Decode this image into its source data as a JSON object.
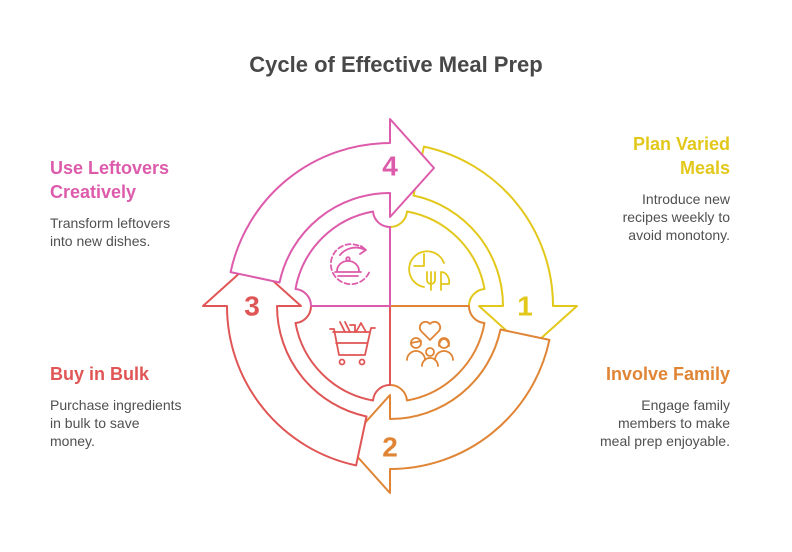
{
  "title": "Cycle of Effective Meal Prep",
  "colors": {
    "step1": "#e3c81c",
    "step2": "#e08535",
    "step3": "#e05555",
    "step4": "#dd5bab",
    "title": "#484848",
    "body_text": "#505050"
  },
  "steps": [
    {
      "number": "1",
      "title": "Plan Varied Meals",
      "title_lines": [
        "Plan Varied",
        "Meals"
      ],
      "description": "Introduce new recipes weekly to avoid monotony.",
      "desc_lines": [
        "Introduce new",
        "recipes weekly to",
        "avoid monotony."
      ],
      "icon": "clock-utensils-icon"
    },
    {
      "number": "2",
      "title": "Involve Family",
      "title_lines": [
        "Involve Family"
      ],
      "description": "Engage family members to make meal prep enjoyable.",
      "desc_lines": [
        "Engage family",
        "members to make",
        "meal prep enjoyable."
      ],
      "icon": "family-heart-icon"
    },
    {
      "number": "3",
      "title": "Buy in Bulk",
      "title_lines": [
        "Buy in Bulk"
      ],
      "description": "Purchase ingredients in bulk to save money.",
      "desc_lines": [
        "Purchase ingredients",
        "in bulk to save",
        "money."
      ],
      "icon": "shopping-cart-icon"
    },
    {
      "number": "4",
      "title": "Use Leftovers Creatively",
      "title_lines": [
        "Use Leftovers",
        "Creatively"
      ],
      "description": "Transform leftovers into new dishes.",
      "desc_lines": [
        "Transform leftovers",
        "into new dishes."
      ],
      "icon": "cloche-recycle-icon"
    }
  ]
}
